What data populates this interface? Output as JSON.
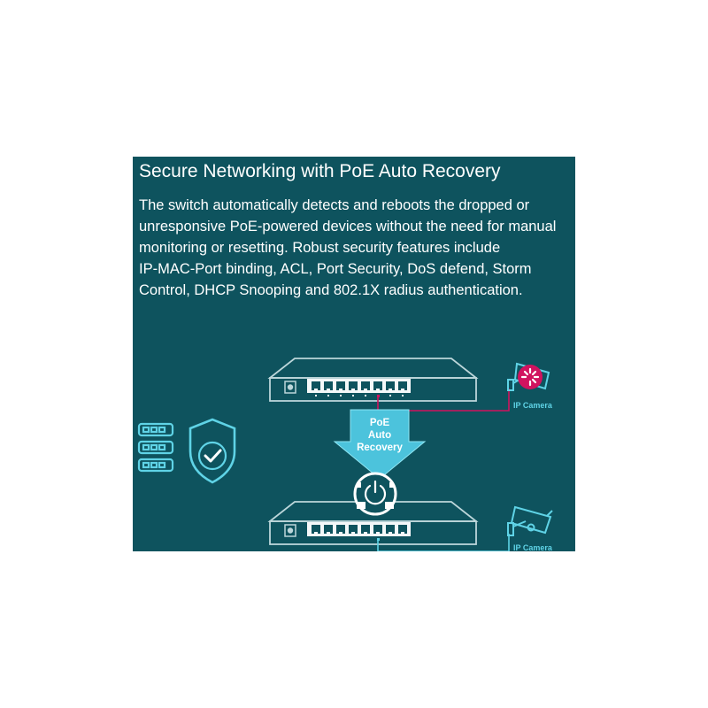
{
  "heading": "Secure Networking with PoE Auto Recovery",
  "description_lines": [
    "The switch automatically detects and reboots the dropped or",
    "unresponsive PoE-powered devices without the need for manual",
    "monitoring or resetting. Robust security features include",
    "IP-MAC-Port binding, ACL, Port Security, DoS defend, Storm",
    "Control, DHCP Snooping and 802.1X radius authentication."
  ],
  "diagram": {
    "arrow_label_lines": [
      "PoE",
      "Auto",
      "Recovery"
    ],
    "top_camera_label": "IP Camera",
    "bottom_camera_label": "IP Camera",
    "icons": {
      "security": "server-shield-icon",
      "check": "checkmark-icon",
      "recovery": "power-restart-icon",
      "top_camera": "ip-camera-error-icon",
      "bottom_camera": "ip-camera-icon"
    }
  },
  "colors": {
    "panel_background": "#0e535e",
    "text": "#ffffff",
    "accent_cyan": "#5fd3e6",
    "arrow_fill": "#4cc3dc",
    "alert_magenta": "#d1135f",
    "switch_outline": "#bcd6da"
  }
}
